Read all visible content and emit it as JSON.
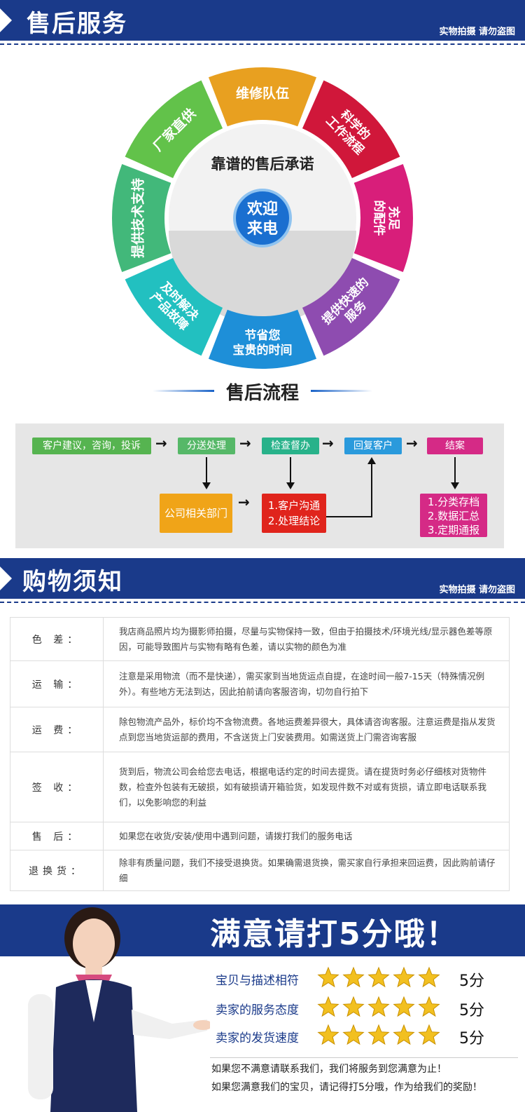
{
  "section1": {
    "title": "售后服务",
    "tag": "实物拍摄 请勿盗图"
  },
  "wheel": {
    "center_promise": "靠谱的售后承诺",
    "center_badge": [
      "欢迎",
      "来电"
    ],
    "segments": [
      {
        "lines": [
          "维修队伍"
        ],
        "color": "#e8a020"
      },
      {
        "lines": [
          "科学的",
          "工作流程"
        ],
        "color": "#d0173a"
      },
      {
        "lines": [
          "充足",
          "的配件"
        ],
        "color": "#d81e7a"
      },
      {
        "lines": [
          "提供快速的",
          "服务"
        ],
        "color": "#8e4cb0"
      },
      {
        "lines": [
          "节省您",
          "宝贵的时间"
        ],
        "color": "#1e8fd8"
      },
      {
        "lines": [
          "及时解决",
          "产品故障"
        ],
        "color": "#22c0c0"
      },
      {
        "lines": [
          "提供技术支持"
        ],
        "color": "#42b87a"
      },
      {
        "lines": [
          "厂家直供"
        ],
        "color": "#62c24a"
      }
    ]
  },
  "process": {
    "title": "售后流程",
    "nodes": [
      {
        "label": "客户建议，咨询，投诉",
        "color": "#56b450"
      },
      {
        "label": "分送处理",
        "color": "#56b868"
      },
      {
        "label": "检查督办",
        "color": "#28b28a"
      },
      {
        "label": "回复客户",
        "color": "#2a9adc"
      },
      {
        "label": "结案",
        "color": "#d52a86"
      }
    ],
    "dept": {
      "label": "公司相关部门",
      "color": "#f0a418"
    },
    "comm": {
      "lines": [
        "1.客户沟通",
        "2.处理结论"
      ],
      "color": "#e0241c"
    },
    "archive": {
      "lines": [
        "1.分类存档",
        "2.数据汇总",
        "3.定期通报"
      ],
      "color": "#d52a86"
    }
  },
  "section2": {
    "title": "购物须知",
    "tag": "实物拍摄 请勿盗图"
  },
  "notice": [
    {
      "key": "色 差：",
      "value": "我店商品照片均为摄影师拍摄，尽量与实物保持一致，但由于拍摄技术/环境光线/显示器色差等原因，可能导致图片与实物有略有色差，请以实物的颜色为准"
    },
    {
      "key": "运 输：",
      "value": "注意是采用物流（而不是快递），需买家到当地货运点自提，在途时间一般7-15天（特殊情况例外）。有些地方无法到达，因此拍前请向客服咨询，切勿自行拍下"
    },
    {
      "key": "运 费：",
      "value": "除包物流产品外，标价均不含物流费。各地运费差异很大，具体请咨询客服。注意运费是指从发货点到您当地货运部的费用，不含送货上门安装费用。如需送货上门需咨询客服"
    },
    {
      "key": "签 收：",
      "value": "货到后，物流公司会给您去电话，根据电话约定的时间去提货。请在提货时务必仔细核对货物件数，检查外包装有无破损，如有破损请开箱验货，如发现件数不对或有货损，请立即电话联系我们，以免影响您的利益"
    },
    {
      "key": "售 后：",
      "value": "如果您在收货/安装/使用中遇到问题，请拨打我们的服务电话"
    },
    {
      "key": "退换货：",
      "value": "除非有质量问题，我们不接受退换货。如果确需退货换，需买家自行承担来回运费，因此购前请仔细"
    }
  ],
  "rating": {
    "headline": "满意请打5分哦！",
    "rows": [
      {
        "label": "宝贝与描述相符",
        "stars": 5,
        "score": "5分"
      },
      {
        "label": "卖家的服务态度",
        "stars": 5,
        "score": "5分"
      },
      {
        "label": "卖家的发货速度",
        "stars": 5,
        "score": "5分"
      }
    ],
    "footer1": "如果您不满意请联系我们，我们将服务到您满意为止！",
    "footer2": "如果您满意我们的宝贝，请记得打5分哦，作为给我们的奖励！",
    "star_color": "#f2c020"
  }
}
